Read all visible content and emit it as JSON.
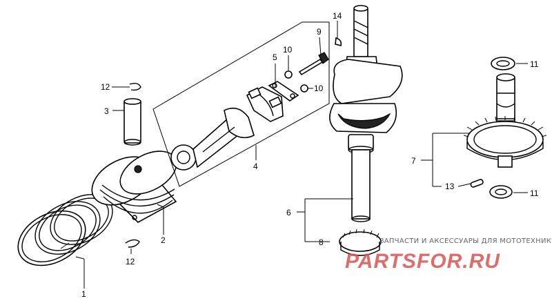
{
  "callouts": {
    "c1": "1",
    "c2": "2",
    "c3": "3",
    "c4": "4",
    "c5": "5",
    "c6": "6",
    "c7": "7",
    "c8": "8",
    "c9": "9",
    "c10a": "10",
    "c10b": "10",
    "c11a": "11",
    "c11b": "11",
    "c12a": "12",
    "c12b": "12",
    "c13": "13",
    "c14": "14"
  },
  "watermark": {
    "tagline": "ЗАПЧАСТИ И АКСЕССУАРЫ ДЛЯ МОТОТЕХНИКИ",
    "brand": "PARTSFOR.RU",
    "color": "#d9534f"
  }
}
